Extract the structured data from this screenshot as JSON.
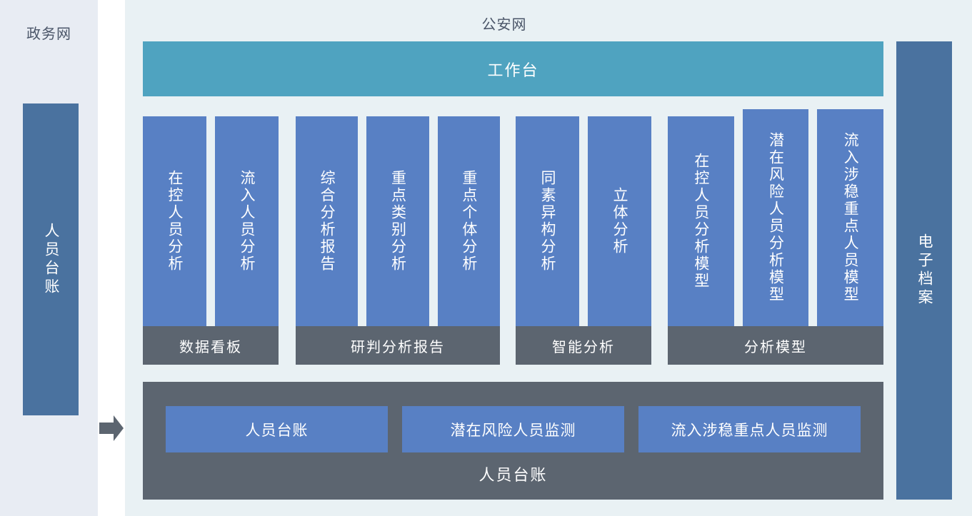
{
  "colors": {
    "left_panel_bg": "#e8ecf3",
    "main_panel_bg": "#e9f1f4",
    "dark_blue_bar": "#4a729f",
    "teal_bar": "#4fa3c0",
    "column_blue": "#5880c4",
    "group_footer_gray": "#5c6570",
    "title_text": "#4a5568",
    "white_text": "#ffffff"
  },
  "left_panel": {
    "title": "政务网",
    "bar_label": "人员台账"
  },
  "arrow": {
    "icon": "right-arrow-icon"
  },
  "main_panel": {
    "title": "公安网",
    "workbench": {
      "label": "工作台"
    },
    "groups": [
      {
        "footer": "数据看板",
        "columns": [
          {
            "label": "在控人员分析",
            "tall": false
          },
          {
            "label": "流入人员分析",
            "tall": false
          }
        ]
      },
      {
        "footer": "研判分析报告",
        "columns": [
          {
            "label": "综合分析报告",
            "tall": false
          },
          {
            "label": "重点类别分析",
            "tall": false
          },
          {
            "label": "重点个体分析",
            "tall": false
          }
        ]
      },
      {
        "footer": "智能分析",
        "columns": [
          {
            "label": "同素异构分析",
            "tall": false
          },
          {
            "label": "立体分析",
            "tall": false
          }
        ]
      },
      {
        "footer": "分析模型",
        "columns": [
          {
            "label": "在控人员分析模型",
            "tall": false
          },
          {
            "label": "潜在风险人员分析模型",
            "tall": true
          },
          {
            "label": "流入涉稳重点人员模型",
            "tall": true
          }
        ]
      }
    ],
    "ledger": {
      "cards": [
        "人员台账",
        "潜在风险人员监测",
        "流入涉稳重点人员监测"
      ],
      "footer": "人员台账"
    },
    "archive": {
      "label": "电子档案"
    }
  }
}
